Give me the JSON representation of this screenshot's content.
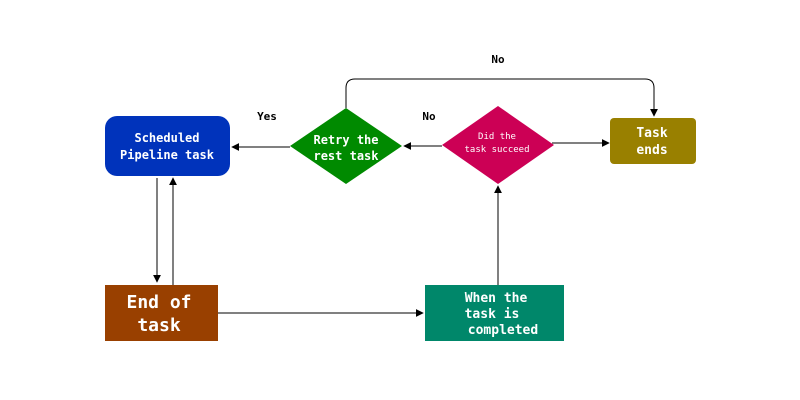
{
  "nodes": {
    "scheduled": {
      "line1": "Scheduled",
      "line2": "Pipeline task",
      "color": "#0033bb"
    },
    "retry": {
      "line1": "Retry the",
      "line2": "rest task",
      "color": "#008a00"
    },
    "succeed": {
      "line1": "Did the",
      "line2": "task succeed",
      "color": "#cc0055"
    },
    "task_ends": {
      "line1": "Task",
      "line2": "ends",
      "color": "#998000"
    },
    "end_of_task": {
      "line1": "End of",
      "line2": "task",
      "color": "#994000"
    },
    "when_completed": {
      "line1": "When the",
      "line2": "task is",
      "line3": "completed",
      "color": "#00876a"
    }
  },
  "edges": {
    "no_top": "No",
    "no_mid": "No",
    "yes": "Yes"
  }
}
